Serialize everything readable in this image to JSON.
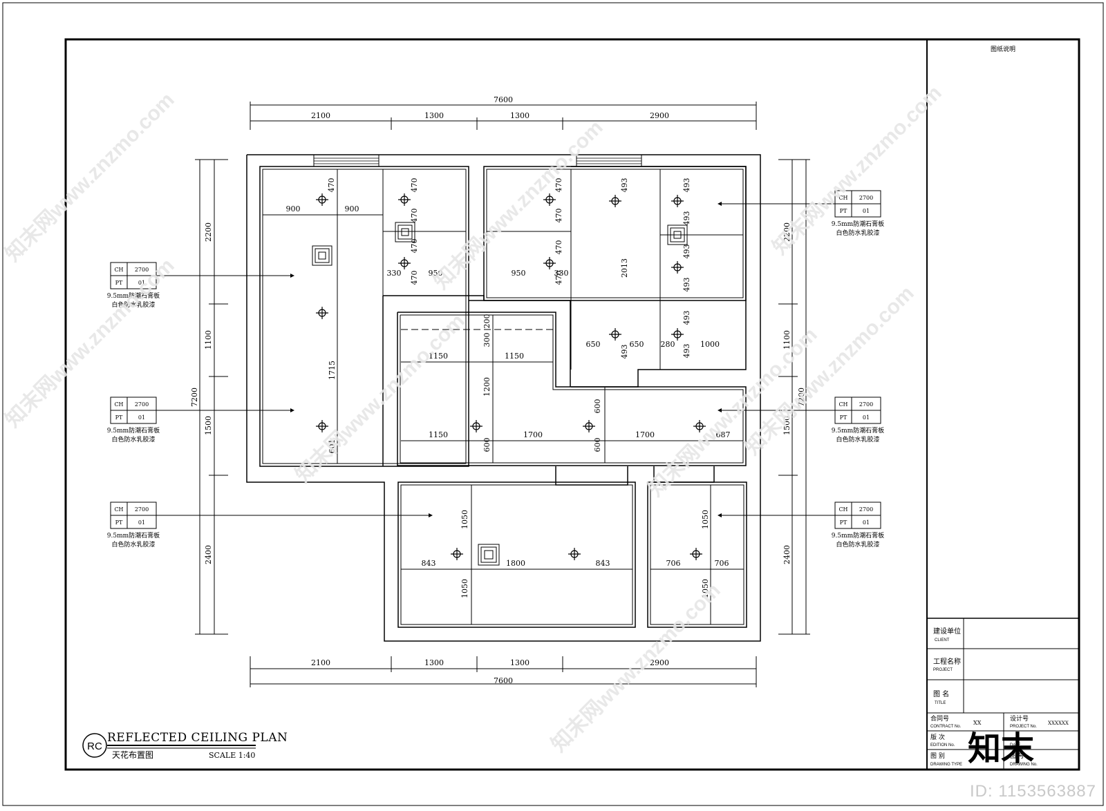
{
  "drawing": {
    "title": "REFLECTED CEILING PLAN",
    "title_cn": "天花布置图",
    "scale": "SCALE 1:40",
    "badge": "RC"
  },
  "dims": {
    "overall": "7600",
    "segments": [
      "2100",
      "1300",
      "1300",
      "2900"
    ],
    "left_overall": "7200",
    "left_segments": [
      "2200",
      "1100",
      "1500",
      "2400"
    ],
    "right_overall": "7200",
    "right_segments": [
      "2200",
      "1100",
      "1500",
      "2400"
    ]
  },
  "tags": [
    {
      "ch_label": "CH",
      "ch_value": "2700",
      "pt_label": "PT",
      "pt_value": "01",
      "note1": "9.5mm防潮石膏板",
      "note2": "白色防水乳胶漆"
    },
    {
      "ch_label": "CH",
      "ch_value": "2700",
      "pt_label": "PT",
      "pt_value": "01",
      "note1": "9.5mm防潮石膏板",
      "note2": "白色防水乳胶漆"
    },
    {
      "ch_label": "CH",
      "ch_value": "2700",
      "pt_label": "PT",
      "pt_value": "01",
      "note1": "9.5mm防潮石膏板",
      "note2": "白色防水乳胶漆"
    },
    {
      "ch_label": "CH",
      "ch_value": "2700",
      "pt_label": "PT",
      "pt_value": "01",
      "note1": "9.5mm防潮石膏板",
      "note2": "白色防水乳胶漆"
    },
    {
      "ch_label": "CH",
      "ch_value": "2700",
      "pt_label": "PT",
      "pt_value": "01",
      "note1": "9.5mm防潮石膏板",
      "note2": "白色防水乳胶漆"
    },
    {
      "ch_label": "CH",
      "ch_value": "2700",
      "pt_label": "PT",
      "pt_value": "01",
      "note1": "9.5mm防潮石膏板",
      "note2": "白色防水乳胶漆"
    }
  ],
  "inner_dims": {
    "d470": "470",
    "d900": "900",
    "d330": "330",
    "d950": "950",
    "d1715": "1715",
    "d601": "601",
    "d493": "493",
    "d2013": "2013",
    "d650": "650",
    "d280": "280",
    "d1000": "1000",
    "d300": "300",
    "d200": "200",
    "d1150": "1150",
    "d1200": "1200",
    "d600": "600",
    "d1700": "1700",
    "d687": "687",
    "d1050": "1050",
    "d843": "843",
    "d1800": "1800",
    "d706": "706"
  },
  "title_block": {
    "header": "图纸说明",
    "client_cn": "建设单位",
    "client_en": "CLIENT",
    "project_cn": "工程名称",
    "project_en": "PROJECT",
    "title_cn": "图  名",
    "title_en": "TITLE",
    "contract_cn": "合同号",
    "contract_en": "CONTRACT No.",
    "contract_val": "XX",
    "design_cn": "设计号",
    "design_en": "PROJECT No.",
    "design_val": "XXXXXX",
    "edition_cn": "版  次",
    "edition_en": "EDITION No.",
    "date_en": "DATE",
    "dtype_cn": "图  别",
    "dtype_en": "DRAWING TYPE",
    "dno_cn": "图  号",
    "dno_en": "DRAWING No."
  },
  "watermark": {
    "text": "知末网www.znzmo.com",
    "logo": "知末",
    "id": "ID: 1153563887"
  }
}
